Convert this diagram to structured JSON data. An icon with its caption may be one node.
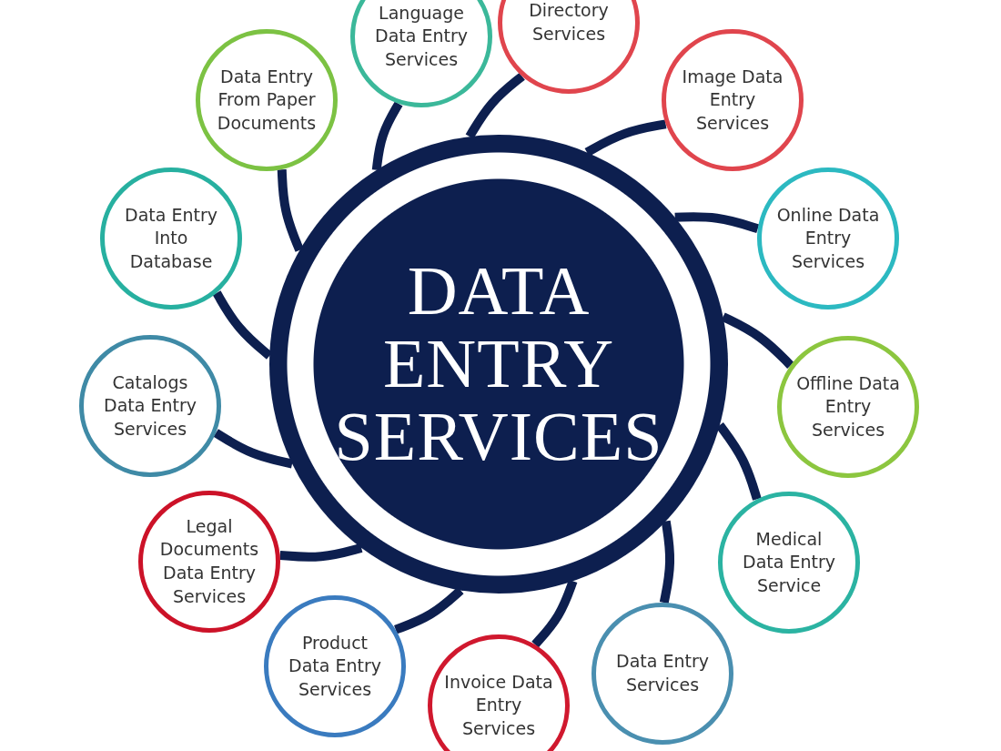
{
  "diagram": {
    "nodes": [
      {
        "text": [
          "DATA ENTRY SERVICES"
        ]
      },
      {
        "text": [
          "Language Data Entry Services"
        ]
      },
      {
        "text": [
          "Directory Services"
        ]
      },
      {
        "text": [
          "Image Data Entry Services"
        ]
      },
      {
        "text": [
          "Online Data Entry Services"
        ]
      },
      {
        "text": [
          "Offline Data Entry Services"
        ]
      },
      {
        "text": [
          "Medical Data Entry Service"
        ]
      },
      {
        "text": [
          "Data Entry Services"
        ]
      },
      {
        "text": [
          "Invoice Data Entry Services"
        ]
      },
      {
        "text": [
          "Product Data Entry Services"
        ]
      },
      {
        "text": [
          "Legal Documents Data Entry Services"
        ]
      },
      {
        "text": [
          "Catalogs Data Entry Services"
        ]
      },
      {
        "text": [
          "Data Entry Into Database"
        ]
      },
      {
        "text": [
          "Data Entry From Paper Documents"
        ]
      }
    ],
    "edges": [
      {
        "from": 0,
        "to": 1,
        "arrow": "none"
      },
      {
        "from": 0,
        "to": 2,
        "arrow": "none"
      },
      {
        "from": 0,
        "to": 3,
        "arrow": "none"
      },
      {
        "from": 0,
        "to": 4,
        "arrow": "none"
      },
      {
        "from": 0,
        "to": 5,
        "arrow": "none"
      },
      {
        "from": 0,
        "to": 6,
        "arrow": "none"
      },
      {
        "from": 0,
        "to": 7,
        "arrow": "none"
      },
      {
        "from": 0,
        "to": 8,
        "arrow": "none"
      },
      {
        "from": 0,
        "to": 9,
        "arrow": "none"
      },
      {
        "from": 0,
        "to": 10,
        "arrow": "none"
      },
      {
        "from": 0,
        "to": 11,
        "arrow": "none"
      },
      {
        "from": 0,
        "to": 12,
        "arrow": "none"
      },
      {
        "from": 0,
        "to": 13,
        "arrow": "none"
      }
    ]
  }
}
